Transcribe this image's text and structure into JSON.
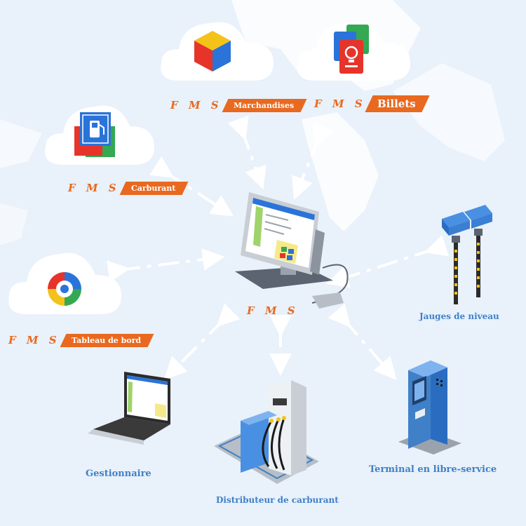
{
  "fms_prefix": "F M S",
  "center": {
    "label": "F M S"
  },
  "modules": {
    "merchandise": {
      "tag": "Marchandises",
      "icon": "cube-icon"
    },
    "tickets": {
      "tag": "Billets",
      "icon": "lottery-ticket-icon"
    },
    "fuel": {
      "tag": "Carburant",
      "icon": "fuel-pump-icon"
    },
    "dashboard": {
      "tag": "Tableau de bord",
      "icon": "dashboard-icon"
    }
  },
  "devices": {
    "tank_gauges": "Jauges de niveau",
    "manager": "Gestionnaire",
    "dispenser": "Distributeur de carburant",
    "kiosk": "Terminal en libre-service"
  },
  "colors": {
    "accent": "#e8691f",
    "label_blue": "#3f80c8",
    "background": "#e9f1fa"
  }
}
